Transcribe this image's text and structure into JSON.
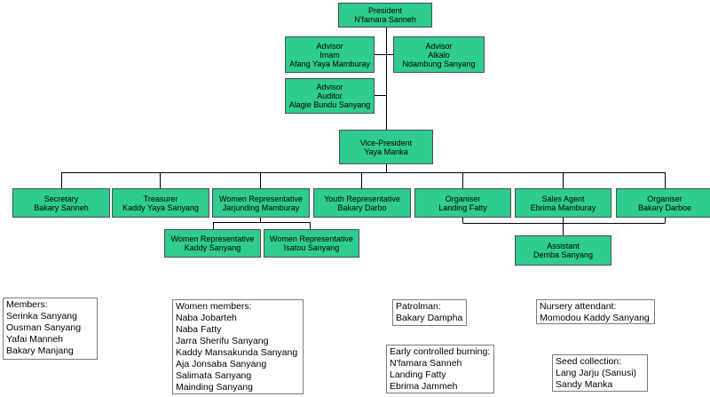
{
  "chart": {
    "nodes": {
      "president": [
        "President",
        "N'famara Sanneh"
      ],
      "advisor_imam": [
        "Advisor",
        "Imam",
        "Afang Yaya Mamburay"
      ],
      "advisor_alkalo": [
        "Advisor",
        "Alkalo",
        "Ndambung Sanyang"
      ],
      "advisor_auditor": [
        "Advisor",
        "Auditor",
        "Alagie Bundu Sanyang"
      ],
      "vice_president": [
        "Vice-President",
        "Yaya Manka"
      ],
      "secretary": [
        "Secretary",
        "Bakary Sanneh"
      ],
      "treasurer": [
        "Treasurer",
        "Kaddy Yaya Sanyang"
      ],
      "women_rep_main": [
        "Women Representative",
        "Jarjunding Mamburay"
      ],
      "youth_rep": [
        "Youth Representative",
        "Bakary Darbo"
      ],
      "organiser_1": [
        "Organiser",
        "Landing Fatty"
      ],
      "sales_agent": [
        "Sales Agent",
        "Ebrima Mamburay"
      ],
      "organiser_2": [
        "Organiser",
        "Bakary Darboe"
      ],
      "women_rep_1": [
        "Women Representative",
        "Kaddy Sanyang"
      ],
      "women_rep_2": [
        "Women Representative",
        "Isatou Sanyang"
      ],
      "assistant": [
        "Assistant",
        "Demba Sanyang"
      ]
    }
  },
  "panels": {
    "members": [
      "Members:",
      "Serinka Sanyang",
      "Ousman Sanyang",
      "Yafai Manneh",
      "Bakary Manjang"
    ],
    "women_members": [
      "Women members:",
      "Naba Jobarteh",
      "Naba Fatty",
      "Jarra Sherifu Sanyang",
      "Kaddy Mansakunda Sanyang",
      "Aja Jonsaba Sanyang",
      "Salimata Sanyang",
      "Mainding Sanyang"
    ],
    "patrolman": [
      "Patrolman:",
      "Bakary Dampha"
    ],
    "nursery": [
      "Nursery attendant:",
      "Momodou Kaddy Sanyang"
    ],
    "burning": [
      "Early controlled burning:",
      "N'famara Sanneh",
      "Landing Fatty",
      "Ebrima Jammeh"
    ],
    "seed": [
      "Seed collection:",
      "Lang Jarju (Sanusi)",
      "Sandy Manka"
    ]
  }
}
